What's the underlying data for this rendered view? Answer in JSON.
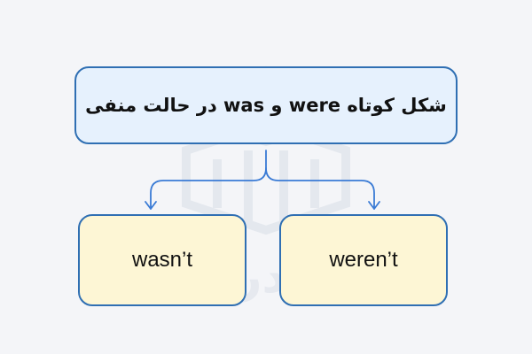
{
  "diagram": {
    "root": {
      "label": "شکل کوتاه were و was  در حالت منفی"
    },
    "children": [
      {
        "label": "wasn’t"
      },
      {
        "label": "weren’t"
      }
    ]
  },
  "colors": {
    "background": "#f4f5f8",
    "border": "#2f6fb3",
    "root_fill": "#e6f1fd",
    "leaf_fill": "#fdf6d5",
    "connector": "#3a7bd5"
  },
  "watermark": {
    "text": "فرادرس"
  }
}
